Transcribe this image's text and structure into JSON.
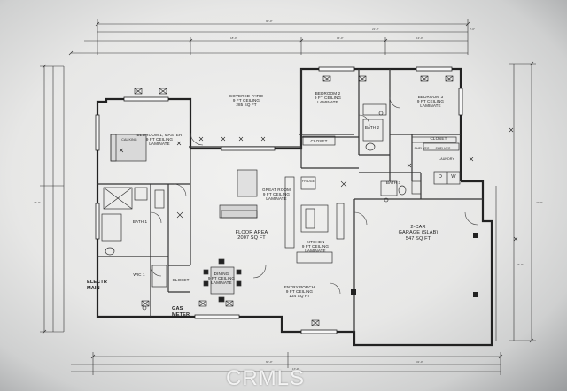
{
  "rooms": {
    "covered_patio": "COVERED PATIO\n9 FT CEILING\n285 SQ FT",
    "bedroom2": "BEDROOM 2\n9 FT CEILING\nLAMINATE",
    "bedroom3": "BEDROOM 3\n9 FT CEILING\nLAMINATE",
    "master": "BEDROOM 1, MASTER\n9 FT CEILING\nLAMINATE",
    "cal_king": "CAL KING",
    "great_room": "GREAT ROOM\n9 FT CEILING\nLAMINATE",
    "floor_area": "FLOOR AREA\n2007 SQ FT",
    "closet_center": "CLOSET",
    "closet_right": "CLOSET",
    "closet_wic": "CLOSET",
    "bath2": "BATH 2",
    "bath3": "BATH 3",
    "bath1": "BATH 1",
    "wic1": "WIC 1",
    "shelves_a": "SHELVES",
    "shelves_b": "SHELVES",
    "laundry": "LAUNDRY",
    "dryer": "D",
    "washer": "W",
    "garage": "2-CAR\nGARAGE (SLAB)\n547 SQ FT",
    "kitchen": "KITCHEN\n9 FT CEILING\nLAMINATE",
    "dining": "DINING\n9 FT CEILING\nLAMINATE",
    "entry_porch": "ENTRY PORCH\n9 FT CEILING\n134 SQ FT",
    "fridge": "FRIDGE",
    "electr_main": "ELECTR\nMAIN",
    "gas_meter": "GAS\nMETER"
  },
  "watermark": "CRMLS"
}
